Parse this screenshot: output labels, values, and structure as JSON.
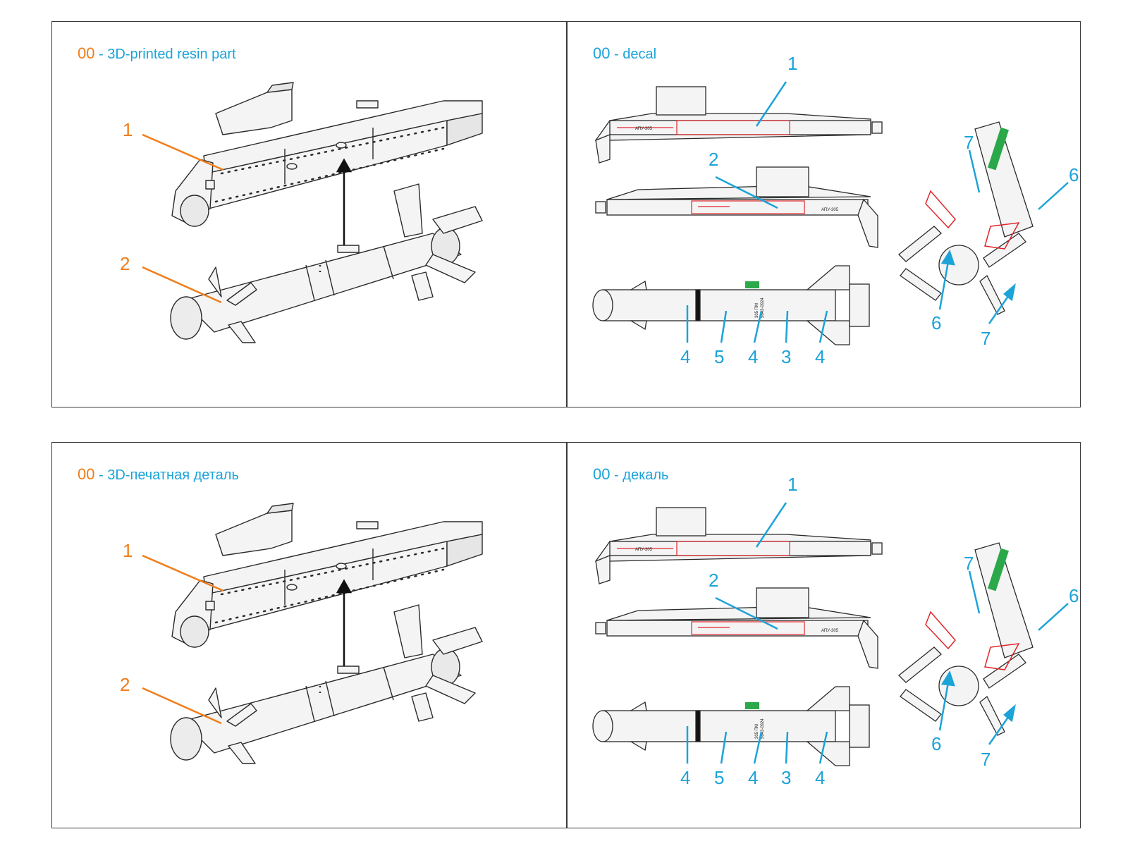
{
  "colors": {
    "accent_orange": "#f07d1a",
    "accent_blue": "#1ca3d8",
    "decal_red": "#e0262a",
    "decal_green": "#2aa84a"
  },
  "sheets": [
    {
      "resin_panel": {
        "code": "00",
        "separator": "-",
        "title": "3D-printed resin part",
        "callouts": [
          "1",
          "2"
        ]
      },
      "decal_panel": {
        "code": "00",
        "separator": "-",
        "title": "decal",
        "callouts_top": [
          "1",
          "2"
        ],
        "callouts_bottom": [
          "4",
          "5",
          "4",
          "3",
          "4"
        ],
        "callouts_side": [
          "7",
          "6",
          "6",
          "7"
        ],
        "stencils": {
          "rail": "АПУ-305",
          "body_line1": "305 ПМ",
          "body_line2": "5643-0924"
        }
      }
    },
    {
      "resin_panel": {
        "code": "00",
        "separator": "-",
        "title": "3D-печатная деталь",
        "callouts": [
          "1",
          "2"
        ]
      },
      "decal_panel": {
        "code": "00",
        "separator": "-",
        "title": "декаль",
        "callouts_top": [
          "1",
          "2"
        ],
        "callouts_bottom": [
          "4",
          "5",
          "4",
          "3",
          "4"
        ],
        "callouts_side": [
          "7",
          "6",
          "6",
          "7"
        ],
        "stencils": {
          "rail": "АПУ-305",
          "body_line1": "305 ПМ",
          "body_line2": "5643-0924"
        }
      }
    }
  ]
}
